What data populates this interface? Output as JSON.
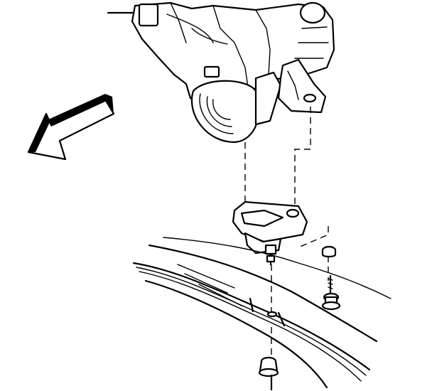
{
  "diagram": {
    "colors": {
      "line": "#000000",
      "fill": "#ffffff"
    },
    "parts": [
      "transfer-case-housing",
      "mount-bracket",
      "transmission-mount",
      "mount-nut",
      "mount-bolt",
      "frame-crossmember",
      "crossmember-nut",
      "front-direction-arrow"
    ]
  }
}
